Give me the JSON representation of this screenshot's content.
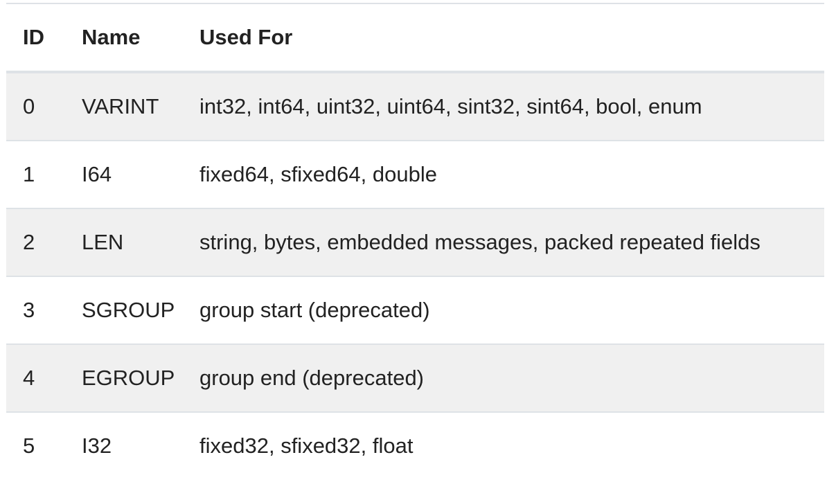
{
  "table": {
    "columns": [
      {
        "key": "id",
        "label": "ID"
      },
      {
        "key": "name",
        "label": "Name"
      },
      {
        "key": "used_for",
        "label": "Used For"
      }
    ],
    "rows": [
      {
        "id": "0",
        "name": "VARINT",
        "used_for": "int32, int64, uint32, uint64, sint32, sint64, bool, enum"
      },
      {
        "id": "1",
        "name": "I64",
        "used_for": "fixed64, sfixed64, double"
      },
      {
        "id": "2",
        "name": "LEN",
        "used_for": "string, bytes, embedded messages, packed repeated fields"
      },
      {
        "id": "3",
        "name": "SGROUP",
        "used_for": "group start (deprecated)"
      },
      {
        "id": "4",
        "name": "EGROUP",
        "used_for": "group end (deprecated)"
      },
      {
        "id": "5",
        "name": "I32",
        "used_for": "fixed32, sfixed32, float"
      }
    ],
    "colors": {
      "stripe": "#f0f0f0",
      "border": "#dee2e6",
      "text": "#222222",
      "background": "#ffffff"
    }
  }
}
